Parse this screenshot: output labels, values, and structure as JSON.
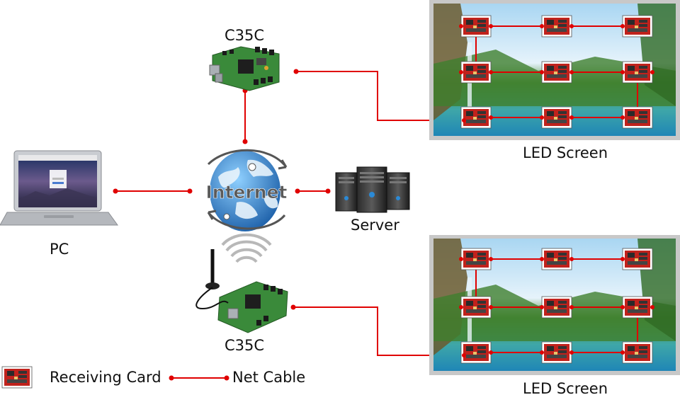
{
  "labels": {
    "top_controller": "C35C",
    "bottom_controller": "C35C",
    "pc": "PC",
    "server": "Server",
    "internet": "Internet",
    "top_screen": "LED Screen",
    "bottom_screen": "LED Screen"
  },
  "legend": {
    "receiving_card": "Receiving Card",
    "net_cable": "Net Cable"
  },
  "colors": {
    "cable": "#e00000",
    "card": "#c0221c",
    "board": "#3a8a3a",
    "globe_blue": "#2f82c9",
    "screen_frame": "#c8c8c8"
  },
  "icons": [
    "laptop-icon",
    "globe-icon",
    "server-icon",
    "controller-board-icon",
    "wireless-signal-icon",
    "antenna-icon",
    "receiving-card-icon",
    "led-screen-icon"
  ]
}
